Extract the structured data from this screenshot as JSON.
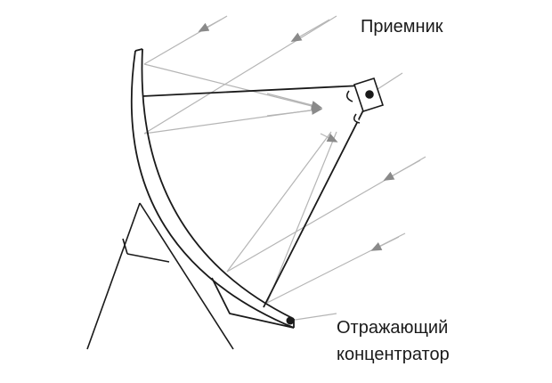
{
  "labels": {
    "receiver": "Приемник",
    "concentrator_line1": "Отражающий",
    "concentrator_line2": "концентратор"
  },
  "colors": {
    "structure": "#1a1a1a",
    "ray": "#b5b5b5",
    "arrowhead": "#8a8a8a",
    "background": "#ffffff"
  }
}
